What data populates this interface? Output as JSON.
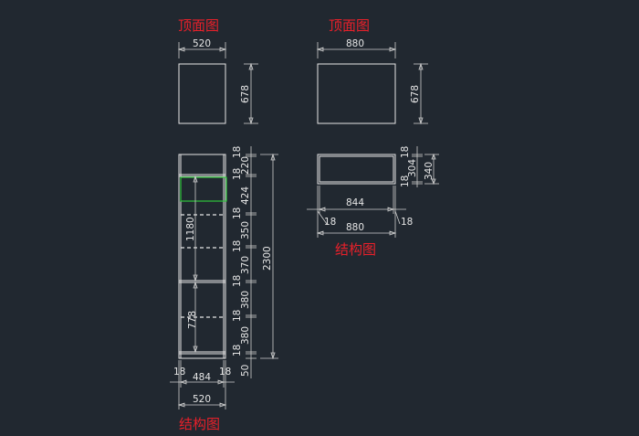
{
  "labels": {
    "top_view_left": "顶面图",
    "top_view_right": "顶面图",
    "structure_left": "结构图",
    "structure_right": "结构图"
  },
  "dimensions_left_top": {
    "width": "520",
    "depth": "678"
  },
  "dimensions_right_top": {
    "width": "880",
    "depth": "678"
  },
  "dimensions_left_struct": {
    "right_stack": [
      "18",
      "220",
      "18",
      "424",
      "18",
      "350",
      "18",
      "370",
      "18",
      "380",
      "18",
      "380",
      "18",
      "50"
    ],
    "overall_height": "2300",
    "inner_upper": "1180",
    "inner_lower": "778",
    "side_left": "18",
    "side_right": "18",
    "inner_width": "484",
    "overall_width": "520"
  },
  "dimensions_right_struct": {
    "top_panel": "18",
    "inner_height": "304",
    "bottom_panel": "18",
    "overall_height": "340",
    "inner_width": "844",
    "side_left": "18",
    "side_right": "18",
    "overall_width": "880"
  },
  "colors": {
    "background": "#212830",
    "line": "#e6e6e6",
    "title": "#e8202a",
    "highlight": "#2fc43a"
  }
}
